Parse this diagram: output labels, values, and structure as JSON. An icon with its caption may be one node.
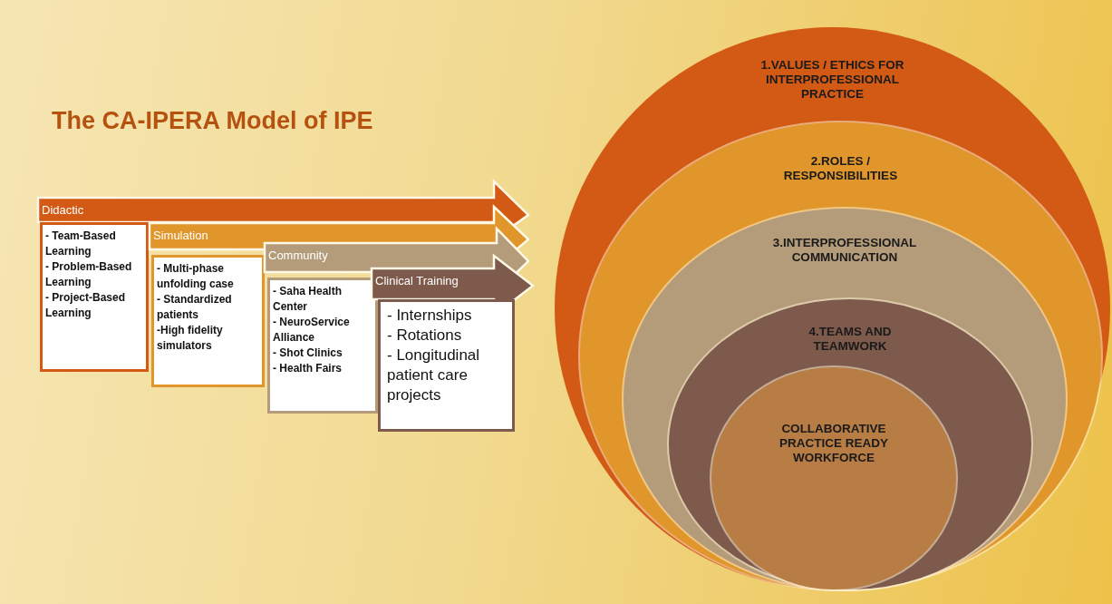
{
  "diagram": {
    "title": "The CA-IPERA Model of IPE",
    "nodes": [
      {
        "text": [
          "Didactic"
        ]
      },
      {
        "text": [
          "- Team-Based Learning",
          "- Problem-Based Learning",
          "- Project-Based Learning"
        ]
      },
      {
        "text": [
          "Simulation"
        ]
      },
      {
        "text": [
          "- Multi-phase unfolding case",
          "- Standardized patients",
          "-High fidelity simulators"
        ]
      },
      {
        "text": [
          "Community"
        ]
      },
      {
        "text": [
          "- Saha Health Center",
          "- NeuroService Alliance",
          "- Shot Clinics",
          "- Health Fairs"
        ]
      },
      {
        "text": [
          "Clinical Training"
        ]
      },
      {
        "text": [
          "- Internships",
          "- Rotations",
          "- Longitudinal patient care projects"
        ]
      },
      {
        "text": [
          "1.VALUES / ETHICS FOR INTERPROFESSIONAL PRACTICE"
        ]
      },
      {
        "text": [
          "2.ROLES / RESPONSIBILITIES"
        ],
        "in": 8
      },
      {
        "text": [
          "3.INTERPROFESSIONAL COMMUNICATION"
        ],
        "in": 9
      },
      {
        "text": [
          "4.TEAMS AND TEAMWORK"
        ],
        "in": 10
      },
      {
        "text": [
          "COLLABORATIVE PRACTICE READY WORKFORCE"
        ],
        "in": 11
      }
    ]
  }
}
